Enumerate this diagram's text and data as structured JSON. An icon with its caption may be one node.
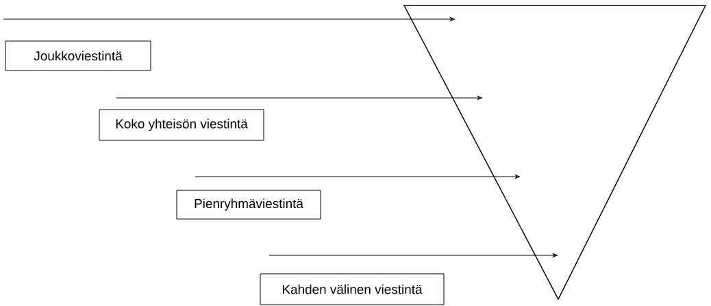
{
  "diagram": {
    "nodes": [
      {
        "text": [
          "Joukkoviestintä"
        ]
      },
      {
        "text": [
          "Koko yhteisön viestintä"
        ]
      },
      {
        "text": [
          "Pienryhmäviestintä"
        ]
      },
      {
        "text": [
          "Kahden välinen viestintä"
        ]
      },
      {
        "text": [],
        "shape": "triangle"
      }
    ],
    "edges": [
      {
        "from": null,
        "to": 4,
        "arrow": "to"
      },
      {
        "from": null,
        "to": 4,
        "arrow": "to"
      },
      {
        "from": null,
        "to": 4,
        "arrow": "to"
      },
      {
        "from": null,
        "to": 4,
        "arrow": "to"
      }
    ]
  }
}
